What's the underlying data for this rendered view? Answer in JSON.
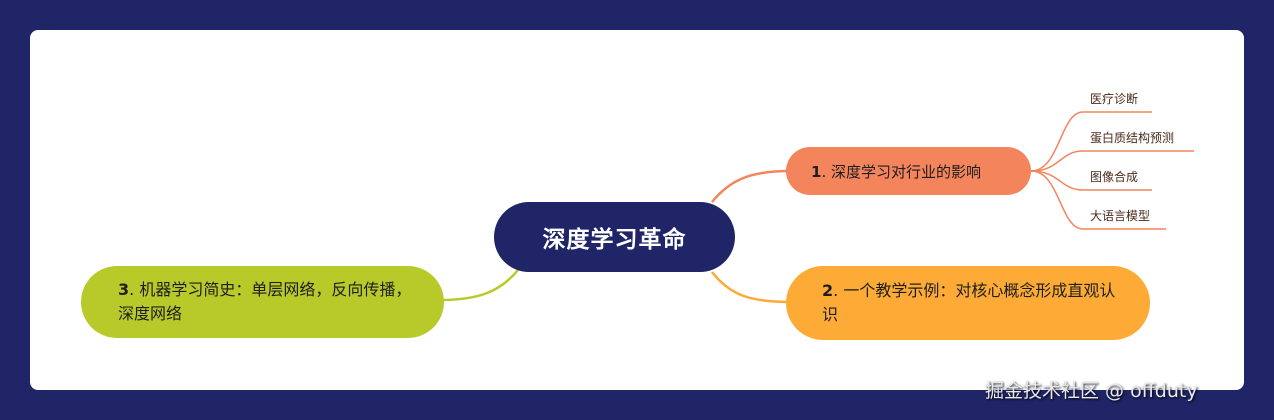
{
  "mindmap": {
    "root": {
      "label": "深度学习革命",
      "color": "#1f2566"
    },
    "branches": [
      {
        "number": "1",
        "label": ". 深度学习对行业的影响",
        "color": "#f4845c",
        "children": [
          {
            "label": "医疗诊断"
          },
          {
            "label": "蛋白质结构预测"
          },
          {
            "label": "图像合成"
          },
          {
            "label": "大语言模型"
          }
        ]
      },
      {
        "number": "2",
        "label": ". 一个教学示例：对核心概念形成直观认识",
        "color": "#fdab36"
      },
      {
        "number": "3",
        "label": ". 机器学习简史：单层网络，反向传播，深度网络",
        "color": "#b8ca29"
      }
    ]
  },
  "background_color": "#1f2566",
  "watermark": "掘金技术社区 @ offduty"
}
